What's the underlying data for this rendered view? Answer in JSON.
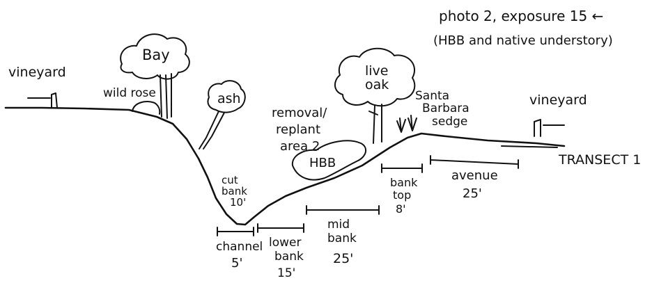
{
  "header": {
    "line1": "photo 2, exposure 15 ←",
    "line2": "(HBB and native understory)"
  },
  "labels": {
    "vineyard_left": "vineyard",
    "vineyard_right": "vineyard",
    "wild_rose": "wild rose",
    "bay": "Bay",
    "ash": "ash",
    "live_oak_1": "live",
    "live_oak_2": "oak",
    "removal_1": "removal/",
    "removal_2": "replant",
    "removal_3": "area 2",
    "hbb": "HBB",
    "sedge_1": "Santa",
    "sedge_2": "Barbara",
    "sedge_3": "sedge",
    "cut_bank_1": "cut",
    "cut_bank_2": "bank",
    "cut_bank_3": "10'",
    "transect": "TRANSECT 1"
  },
  "zones": [
    {
      "line1": "channel",
      "line2": "5'"
    },
    {
      "line1": "lower",
      "line2": "bank",
      "line3": "15'"
    },
    {
      "line1": "mid",
      "line2": "bank",
      "line3": "25'"
    },
    {
      "line1": "bank",
      "line2": "top",
      "line3": "8'"
    },
    {
      "line1": "avenue",
      "line2": "25'"
    }
  ]
}
